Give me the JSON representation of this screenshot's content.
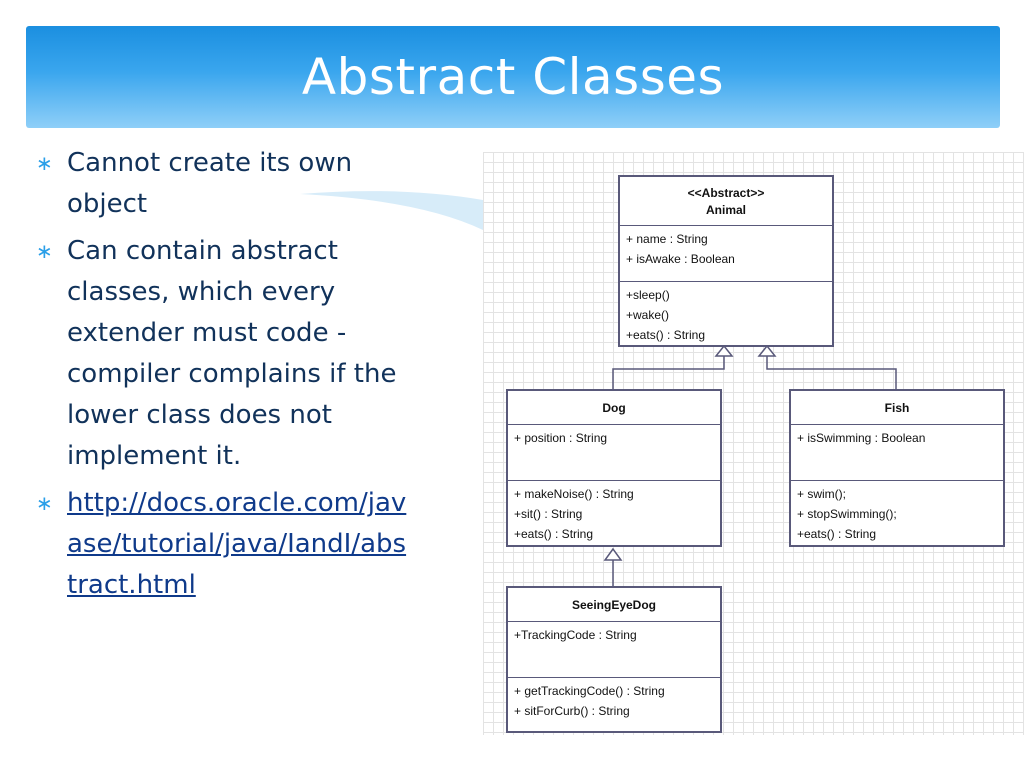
{
  "slide": {
    "title": "Abstract Classes",
    "bullets": [
      {
        "text": "Cannot create its own object"
      },
      {
        "text": "Can contain abstract classes, which every extender must code - compiler complains if the lower class does not implement it."
      }
    ],
    "link": {
      "text": "http://docs.oracle.com/javase/tutorial/java/IandI/abstract.html"
    }
  },
  "diagram": {
    "animal": {
      "stereotype": "<<Abstract>>",
      "name": "Animal",
      "attributes": [
        "+ name : String",
        "+ isAwake : Boolean"
      ],
      "methods": [
        "+sleep()",
        "+wake()",
        "+eats() : String"
      ]
    },
    "dog": {
      "name": "Dog",
      "attributes": [
        "+ position : String"
      ],
      "methods": [
        "+ makeNoise() : String",
        "+sit() : String",
        "+eats() : String"
      ]
    },
    "fish": {
      "name": "Fish",
      "attributes": [
        "+ isSwimming : Boolean"
      ],
      "methods": [
        "+ swim();",
        "+ stopSwimming();",
        "+eats() : String"
      ]
    },
    "seeing_eye_dog": {
      "name": "SeeingEyeDog",
      "attributes": [
        "+TrackingCode : String"
      ],
      "methods": [
        "+ getTrackingCode() : String",
        "+ sitForCurb() : String"
      ]
    }
  },
  "colors": {
    "accent": "#2a9fe8",
    "text": "#11325a",
    "link": "#0f3a8a",
    "uml_border": "#59597a"
  }
}
